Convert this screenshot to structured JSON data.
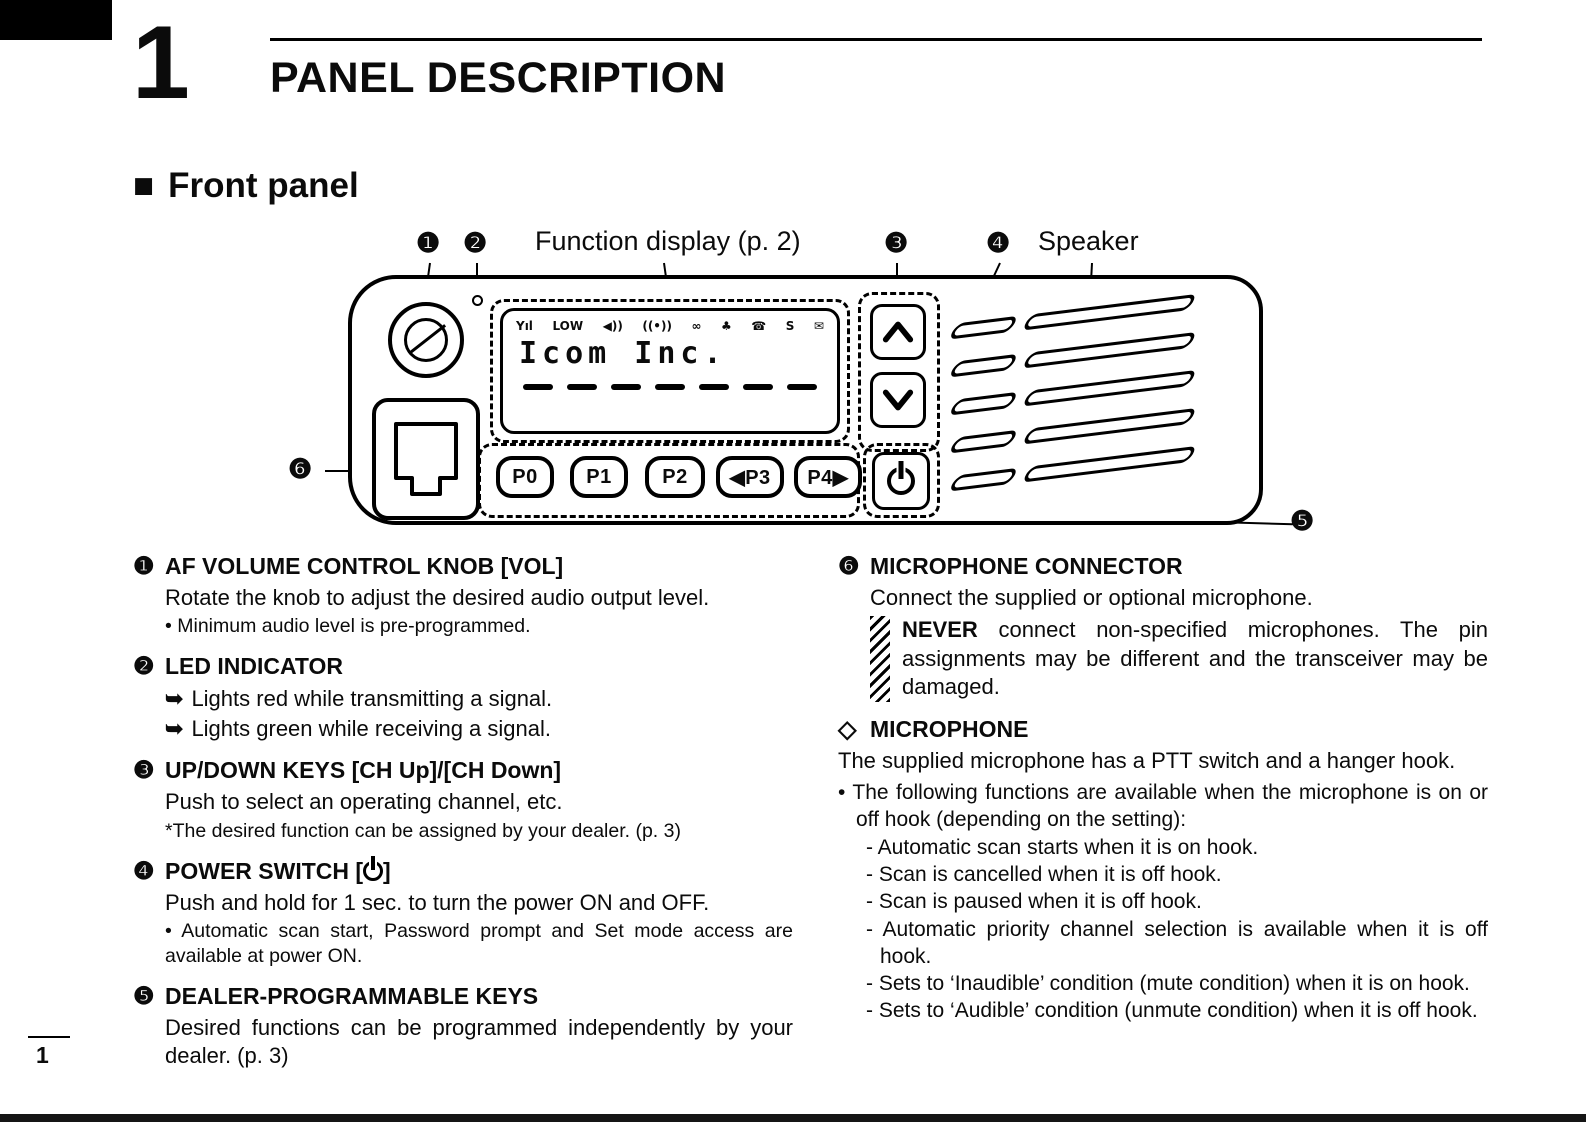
{
  "page": {
    "chapter_number": "1",
    "title": "PANEL DESCRIPTION",
    "section_marker": "■",
    "front_panel_heading": "Front panel",
    "page_number": "1"
  },
  "diagram": {
    "callout_1": "❶",
    "callout_2": "❷",
    "callout_3": "❸",
    "callout_4": "❹",
    "callout_5": "❺",
    "callout_6": "❻",
    "function_display_label": "Function display (p. 2)",
    "speaker_label": "Speaker",
    "lcd": {
      "status_icons": [
        "Yıl",
        "LOW",
        "◀))",
        "((•))",
        "∞",
        "♣",
        "☎",
        "S",
        "✉"
      ],
      "text": "Icom Inc."
    },
    "keys": {
      "p0": "P0",
      "p1": "P1",
      "p2": "P2",
      "p3": "◀P3",
      "p4": "P4▶"
    }
  },
  "left_column": {
    "sections": [
      {
        "num": "❶",
        "title": "AF VOLUME CONTROL KNOB [VOL]",
        "body": "Rotate the knob to adjust the desired audio output level.",
        "note": "• Minimum audio level is pre-programmed."
      },
      {
        "num": "❷",
        "title": "LED INDICATOR",
        "arrow": "➥",
        "lines": [
          "Lights red while transmitting a signal.",
          "Lights green while receiving a signal."
        ]
      },
      {
        "num": "❸",
        "title": "UP/DOWN KEYS [CH Up]/[CH Down]",
        "body": "Push to select an operating channel, etc.",
        "note": "*The desired function can be assigned by your dealer. (p. 3)"
      },
      {
        "num": "❹",
        "title_prefix": "POWER SWITCH [",
        "title_suffix": "]",
        "body": "Push and hold for 1 sec. to turn the power ON and OFF.",
        "note": "• Automatic scan start, Password prompt and Set mode access are available at power ON."
      },
      {
        "num": "❺",
        "title": "DEALER-PROGRAMMABLE KEYS",
        "body": "Desired functions can be programmed independently by your dealer. (p. 3)"
      }
    ]
  },
  "right_column": {
    "mic_connector": {
      "num": "❻",
      "title": "MICROPHONE CONNECTOR",
      "body": "Connect the supplied or optional microphone.",
      "warning_bold": "NEVER",
      "warning_rest": " connect non-specified microphones. The pin assignments may be different and the transceiver may be damaged."
    },
    "microphone": {
      "num": "◇",
      "title": "MICROPHONE",
      "body": "The supplied microphone has a PTT switch and a hanger hook.",
      "bullet": "• The following functions are available when the microphone is on or off hook (depending on the setting):",
      "items": [
        "- Automatic scan starts when it is on hook.",
        "- Scan is cancelled when it is off hook.",
        "- Scan is paused when it is off hook.",
        "- Automatic priority channel selection is available when it is off hook.",
        "- Sets to ‘Inaudible’ condition (mute condition) when it is on hook.",
        "- Sets to ‘Audible’ condition (unmute condition) when it is off hook."
      ]
    }
  }
}
